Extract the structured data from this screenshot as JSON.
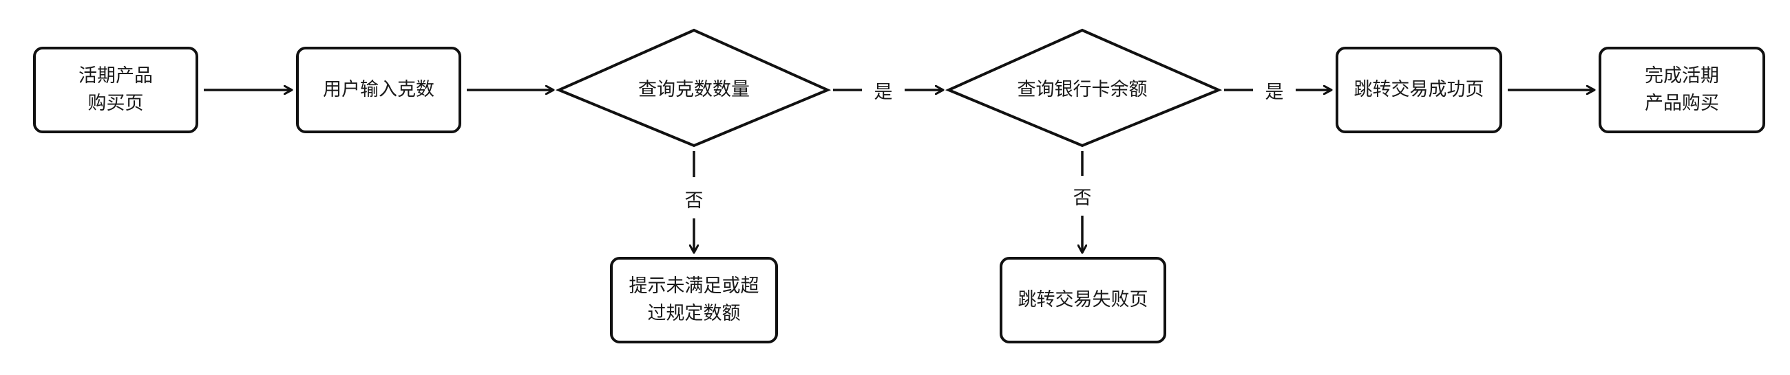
{
  "nodes": {
    "start": "活期产品\n购买页",
    "input": "用户输入克数",
    "check_grams": "查询克数数量",
    "check_balance": "查询银行卡余额",
    "success_page": "跳转交易成功页",
    "complete": "完成活期\n产品购买",
    "grams_fail": "提示未满足或超\n过规定数额",
    "fail_page": "跳转交易失败页"
  },
  "edges": {
    "yes_1": "是",
    "yes_2": "是",
    "no_1": "否",
    "no_2": "否"
  },
  "colors": {
    "stroke": "#111111",
    "fill": "#ffffff",
    "text": "#1a1a1a"
  }
}
